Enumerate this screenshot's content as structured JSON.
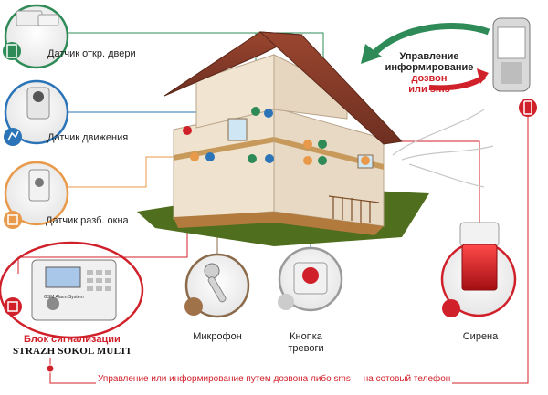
{
  "sensors": {
    "door": "Датчик откр. двери",
    "motion": "Датчик движения",
    "window": "Датчик разб. окна"
  },
  "control_panel": {
    "label": "Блок сигнализации",
    "model": "STRAZH SOKOL MULTI",
    "device_caption": "GSM Alarm System"
  },
  "microphone": "Микрофон",
  "panic_button": {
    "line1": "Кнопка",
    "line2": "тревоги"
  },
  "siren": "Сирена",
  "control_info": {
    "line1": "Управление",
    "line2": "информирование",
    "line3": "дозвон",
    "line4": "или sms"
  },
  "bottom_caption": "Управление или информирование путем дозвона либо sms     на сотовый телефон",
  "colors": {
    "green_line": "#2e8b57",
    "blue_line": "#2b74b8",
    "orange_line": "#e89a4a",
    "red_line": "#d0202a",
    "text": "#222222"
  }
}
